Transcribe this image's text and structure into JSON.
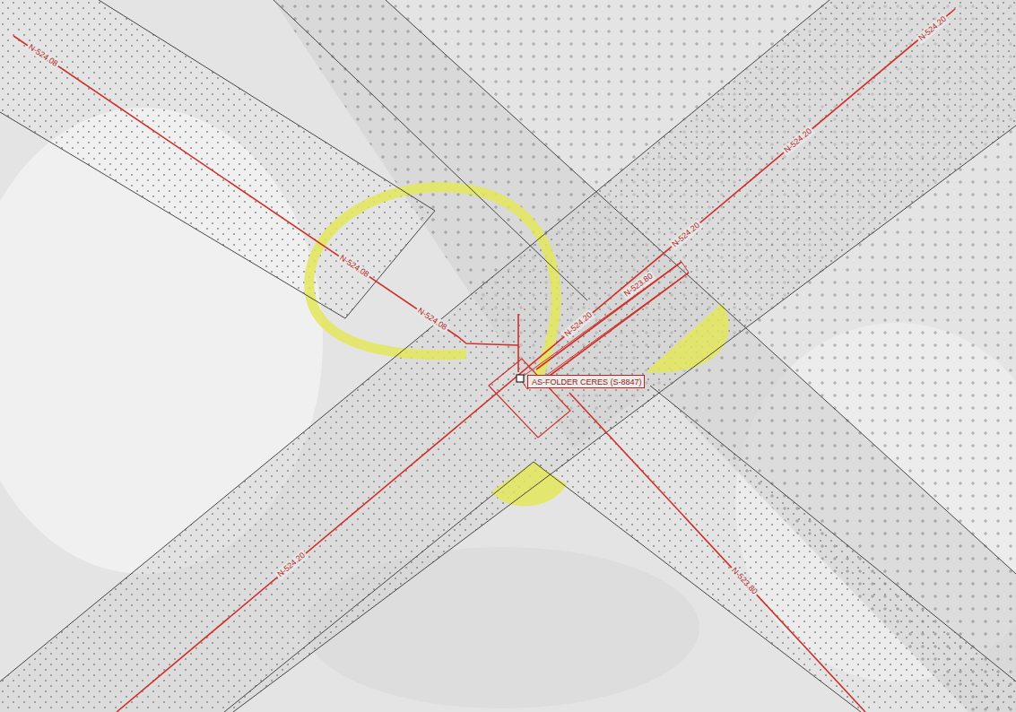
{
  "diagram": {
    "nodes": [
      {
        "text": [
          "AS-FOLDER CERES (S-8847)"
        ]
      }
    ],
    "labels": [
      "N-524.08",
      "N-524.08",
      "N-524.08",
      "N-524.20",
      "N-524.20",
      "N-524.20",
      "N-523.80",
      "N-524.20",
      "N-524.20",
      "N-523.80"
    ]
  }
}
